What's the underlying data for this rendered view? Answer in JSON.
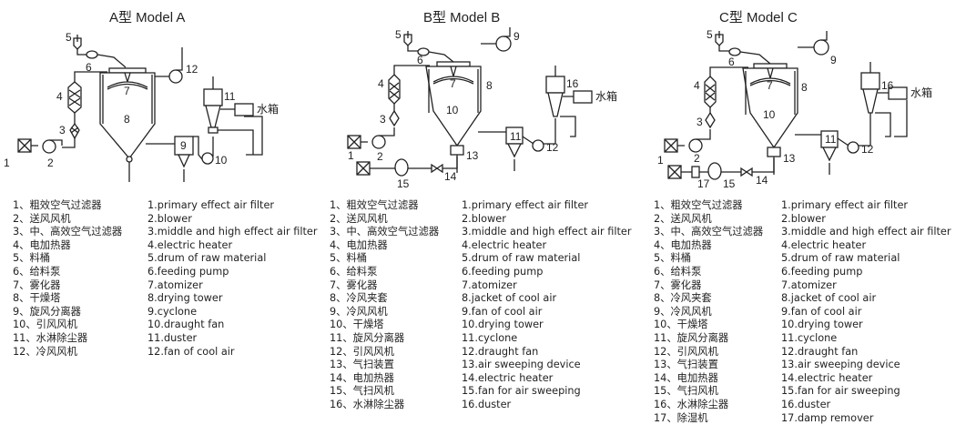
{
  "models": [
    {
      "title": "A型  Model A",
      "labels": {
        "n1": "1",
        "n2": "2",
        "n3": "3",
        "n4": "4",
        "n5": "5",
        "n6": "6",
        "n7": "7",
        "n8": "8",
        "n9": "9",
        "n10": "10",
        "n11": "11",
        "n12": "12",
        "tank": "水箱"
      },
      "legend": [
        {
          "zh": "1、粗效空气过滤器",
          "en": "1.primary effect air filter"
        },
        {
          "zh": "2、送风风机",
          "en": "2.blower"
        },
        {
          "zh": "3、中、高效空气过滤器",
          "en": "3.middle and high effect air filter"
        },
        {
          "zh": "4、电加热器",
          "en": "4.electric heater"
        },
        {
          "zh": "5、料桶",
          "en": "5.drum of raw material"
        },
        {
          "zh": "6、给料泵",
          "en": "6.feeding pump"
        },
        {
          "zh": "7、雾化器",
          "en": "7.atomizer"
        },
        {
          "zh": "8、干燥塔",
          "en": "8.drying tower"
        },
        {
          "zh": "9、旋风分离器",
          "en": "9.cyclone"
        },
        {
          "zh": "10、引风风机",
          "en": "10.draught fan"
        },
        {
          "zh": "11、水淋除尘器",
          "en": "11.duster"
        },
        {
          "zh": "12、冷风风机",
          "en": "12.fan of cool air"
        }
      ]
    },
    {
      "title": "B型  Model B",
      "labels": {
        "n1": "1",
        "n2": "2",
        "n3": "3",
        "n4": "4",
        "n5": "5",
        "n6": "6",
        "n7": "7",
        "n8": "8",
        "n9": "9",
        "n10": "10",
        "n11": "11",
        "n12": "12",
        "n13": "13",
        "n14": "14",
        "n15": "15",
        "n16": "16",
        "tank": "水箱"
      },
      "legend": [
        {
          "zh": "1、粗效空气过滤器",
          "en": "1.primary effect air filter"
        },
        {
          "zh": "2、送风风机",
          "en": "2.blower"
        },
        {
          "zh": "3、中、高效空气过滤器",
          "en": "3.middle and high effect air filter"
        },
        {
          "zh": "4、电加热器",
          "en": "4.electric heater"
        },
        {
          "zh": "5、料桶",
          "en": "5.drum of raw material"
        },
        {
          "zh": "6、给料泵",
          "en": "6.feeding pump"
        },
        {
          "zh": "7、雾化器",
          "en": "7.atomizer"
        },
        {
          "zh": "8、冷风夹套",
          "en": "8.jacket of cool air"
        },
        {
          "zh": "9、冷风风机",
          "en": "9.fan of cool air"
        },
        {
          "zh": "10、干燥塔",
          "en": "10.drying tower"
        },
        {
          "zh": "11、旋风分离器",
          "en": "11.cyclone"
        },
        {
          "zh": "12、引风风机",
          "en": "12.draught fan"
        },
        {
          "zh": "13、气扫装置",
          "en": "13.air sweeping device"
        },
        {
          "zh": "14、电加热器",
          "en": "14.electric heater"
        },
        {
          "zh": "15、气扫风机",
          "en": "15.fan for air sweeping"
        },
        {
          "zh": "16、水淋除尘器",
          "en": "16.duster"
        }
      ]
    },
    {
      "title": "C型  Model C",
      "labels": {
        "n1": "1",
        "n2": "2",
        "n3": "3",
        "n4": "4",
        "n5": "5",
        "n6": "6",
        "n7": "7",
        "n8": "8",
        "n9": "9",
        "n10": "10",
        "n11": "11",
        "n12": "12",
        "n13": "13",
        "n14": "14",
        "n15": "15",
        "n16": "16",
        "n17": "17",
        "tank": "水箱"
      },
      "legend": [
        {
          "zh": "1、粗效空气过滤器",
          "en": "1.primary effect air filter"
        },
        {
          "zh": "2、送风风机",
          "en": "2.blower"
        },
        {
          "zh": "3、中、高效空气过滤器",
          "en": "3.middle and high effect air filter"
        },
        {
          "zh": "4、电加热器",
          "en": "4.electric heater"
        },
        {
          "zh": "5、料桶",
          "en": "5.drum of raw material"
        },
        {
          "zh": "6、给料泵",
          "en": "6.feeding pump"
        },
        {
          "zh": "7、雾化器",
          "en": "7.atomizer"
        },
        {
          "zh": "8、冷风夹套",
          "en": "8.jacket of cool air"
        },
        {
          "zh": "9、冷风风机",
          "en": "9.fan of cool air"
        },
        {
          "zh": "10、干燥塔",
          "en": "10.drying tower"
        },
        {
          "zh": "11、旋风分离器",
          "en": "11.cyclone"
        },
        {
          "zh": "12、引风风机",
          "en": "12.draught fan"
        },
        {
          "zh": "13、气扫装置",
          "en": "13.air sweeping device"
        },
        {
          "zh": "14、电加热器",
          "en": "14.electric heater"
        },
        {
          "zh": "15、气扫风机",
          "en": "15.fan for air sweeping"
        },
        {
          "zh": "16、水淋除尘器",
          "en": "16.duster"
        },
        {
          "zh": "17、除湿机",
          "en": "17.damp remover"
        }
      ]
    }
  ]
}
